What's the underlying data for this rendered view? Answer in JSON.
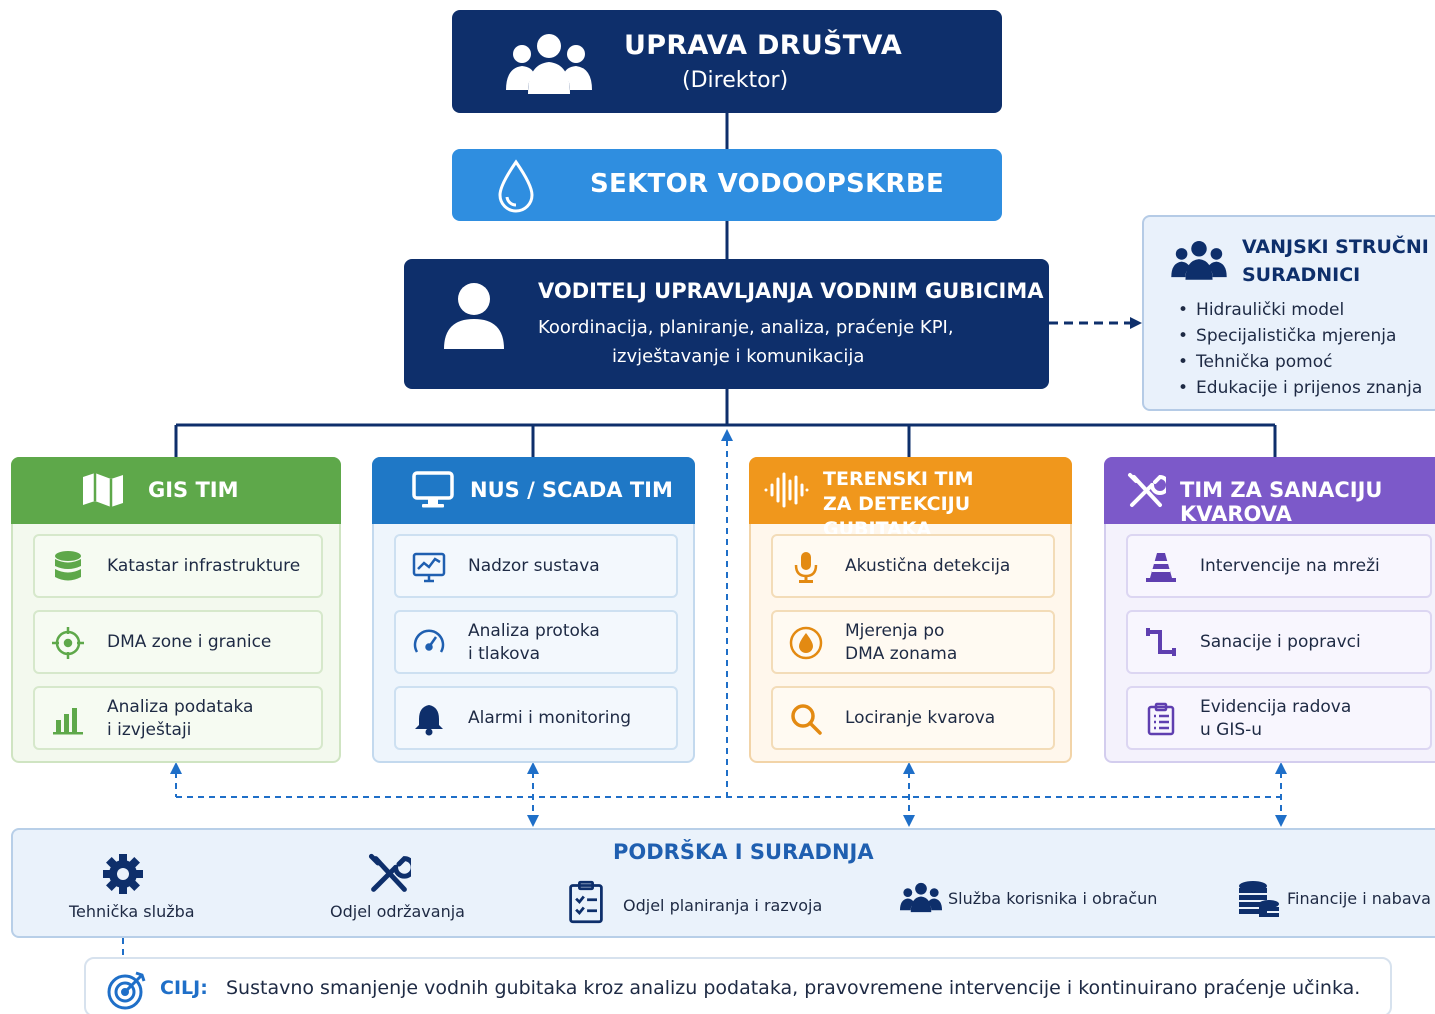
{
  "management": {
    "title": "UPRAVA DRUŠTVA",
    "subtitle": "(Direktor)",
    "icon": "users-icon"
  },
  "sector": {
    "title": "SEKTOR VODOOPSKRBE",
    "icon": "water-drop-icon"
  },
  "lead": {
    "title": "VODITELJ UPRAVLJANJA VODNIM GUBICIMA",
    "line1": "Koordinacija, planiranje, analiza, praćenje KPI,",
    "line2": "izvještavanje i komunikacija",
    "icon": "person-icon"
  },
  "external": {
    "title": "VANJSKI STRUČNI SURADNICI",
    "icon": "users-icon",
    "items": [
      "Hidraulički model",
      "Specijalistička mjerenja",
      "Tehnička pomoć",
      "Edukacije i prijenos znanja"
    ]
  },
  "teams": [
    {
      "title": "GIS TIM",
      "color": "#5ea84a",
      "icon": "map-icon",
      "items": [
        {
          "label": "Katastar infrastrukture",
          "icon": "database-icon"
        },
        {
          "label": "DMA zone i granice",
          "icon": "target-icon"
        },
        {
          "label": "Analiza podataka\ni izvještaji",
          "icon": "bar-chart-icon"
        }
      ]
    },
    {
      "title": "NUS / SCADA TIM",
      "color": "#1f78c6",
      "icon": "monitor-icon",
      "items": [
        {
          "label": "Nadzor sustava",
          "icon": "monitor-chart-icon"
        },
        {
          "label": "Analiza protoka\ni tlakova",
          "icon": "gauge-icon"
        },
        {
          "label": "Alarmi i monitoring",
          "icon": "bell-icon"
        }
      ]
    },
    {
      "title": "TERENSKI TIM\nZA DETEKCIJU GUBITAKA",
      "color": "#f0971c",
      "icon": "sound-wave-icon",
      "items": [
        {
          "label": "Akustična detekcija",
          "icon": "microphone-icon"
        },
        {
          "label": "Mjerenja po\nDMA zonama",
          "icon": "drop-circle-icon"
        },
        {
          "label": "Lociranje kvarova",
          "icon": "magnifier-icon"
        }
      ]
    },
    {
      "title": "TIM ZA SANACIJU KVAROVA",
      "color": "#7c59c9",
      "icon": "tools-icon",
      "items": [
        {
          "label": "Intervencije na mreži",
          "icon": "traffic-cone-icon"
        },
        {
          "label": "Sanacije i popravci",
          "icon": "pipe-icon"
        },
        {
          "label": "Evidencija radova\nu GIS-u",
          "icon": "clipboard-icon"
        }
      ]
    }
  ],
  "support": {
    "title": "PODRŠKA I SURADNJA",
    "items": [
      {
        "label": "Tehnička služba",
        "icon": "gear-icon"
      },
      {
        "label": "Odjel održavanja",
        "icon": "tools-icon"
      },
      {
        "label": "Odjel planiranja i razvoja",
        "icon": "clipboard-check-icon"
      },
      {
        "label": "Služba korisnika i obračun",
        "icon": "users-icon"
      },
      {
        "label": "Financije i nabava",
        "icon": "coins-icon"
      }
    ]
  },
  "goal": {
    "label": "CILJ:",
    "text": "Sustavno smanjenje vodnih gubitaka kroz analizu podataka, pravovremene intervencije i kontinuirano praćenje učinka.",
    "icon": "target-arrow-icon"
  },
  "colors": {
    "navy": "#0e2f6b",
    "blue": "#2f8ee0",
    "green": "#5ea84a",
    "scada": "#1f78c6",
    "orange": "#f0971c",
    "purple": "#7c59c9"
  }
}
